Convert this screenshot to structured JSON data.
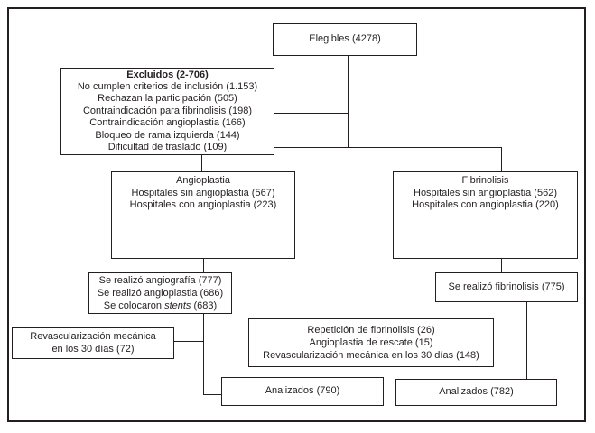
{
  "figure": {
    "colors": {
      "line": "#231f20",
      "background": "#ffffff"
    },
    "boxes": {
      "elegibles": {
        "text": "Elegibles (4278)"
      },
      "excluidos": {
        "title": "Excluidos (2-706)",
        "lines": [
          "No cumplen criterios de inclusión (1.153)",
          "Rechazan la participación (505)",
          "Contraindicación para fibrinolisis (198)",
          "Contraindicación angioplastia (166)",
          "Bloqueo de rama izquierda (144)",
          "Dificultad de traslado (109)"
        ]
      },
      "angioplastia": {
        "title": "Angioplastia",
        "lines": [
          "Hospitales sin angioplastia (567)",
          "Hospitales con angioplastia (223)"
        ]
      },
      "fibrinolisis": {
        "title": "Fibrinolisis",
        "lines": [
          "Hospitales sin angioplastia (562)",
          "Hospitales con angioplastia (220)"
        ]
      },
      "angiografia": {
        "line1": "Se realizó angiografía (777)",
        "line2": "Se realizó angioplastia (686)",
        "line3_pre": "Se colocaron",
        "line3_italic": "stents",
        "line3_post": "(683)"
      },
      "fibrinolisis_realizada": {
        "text": "Se realizó fibrinolisis (775)"
      },
      "revascularizacion": {
        "line1": "Revascularización mecánica",
        "line2": "en los 30 días (72)"
      },
      "repeticion": {
        "lines": [
          "Repetición de fibrinolisis (26)",
          "Angioplastia de rescate (15)",
          "Revascularización mecánica en los 30 días (148)"
        ]
      },
      "analizados_angioplastia": {
        "text": "Analizados (790)"
      },
      "analizados_fibrinolisis": {
        "text": "Analizados (782)"
      }
    }
  }
}
